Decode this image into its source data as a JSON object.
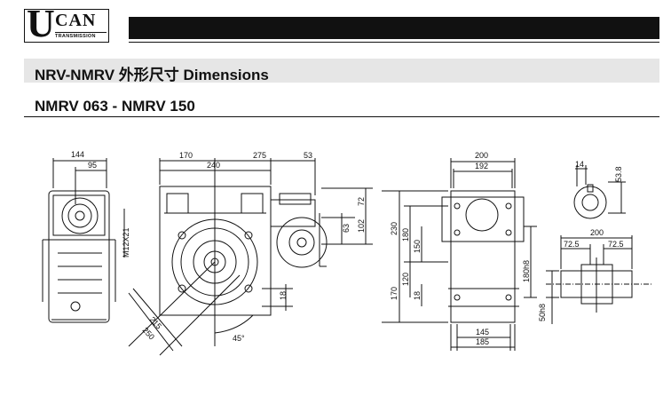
{
  "logo": {
    "letter": "U",
    "word": "CAN",
    "sub": "TRANSMISSION"
  },
  "title": "NRV-NMRV 外形尺寸  Dimensions",
  "subtitle": "NMRV 063 - NMRV 150",
  "views": {
    "side": {
      "d1": "144",
      "d2": "95",
      "d3": "M12X21"
    },
    "front": {
      "d170": "170",
      "d240": "240",
      "d275": "275",
      "d53": "53",
      "d72": "72",
      "d63": "63",
      "d102": "102",
      "d18": "18",
      "d215": "215",
      "d250": "250",
      "d45": "45°"
    },
    "mount": {
      "d200": "200",
      "d192": "192",
      "d230": "230",
      "d180": "180",
      "d150": "150",
      "d170": "170",
      "d120": "120",
      "d18": "18",
      "d180h8": "180h8",
      "d145": "145",
      "d185": "185"
    },
    "shaft": {
      "d14": "14",
      "d538": "53.8",
      "d200": "200",
      "d725a": "72.5",
      "d725b": "72.5",
      "d50h8": "50h8"
    }
  }
}
